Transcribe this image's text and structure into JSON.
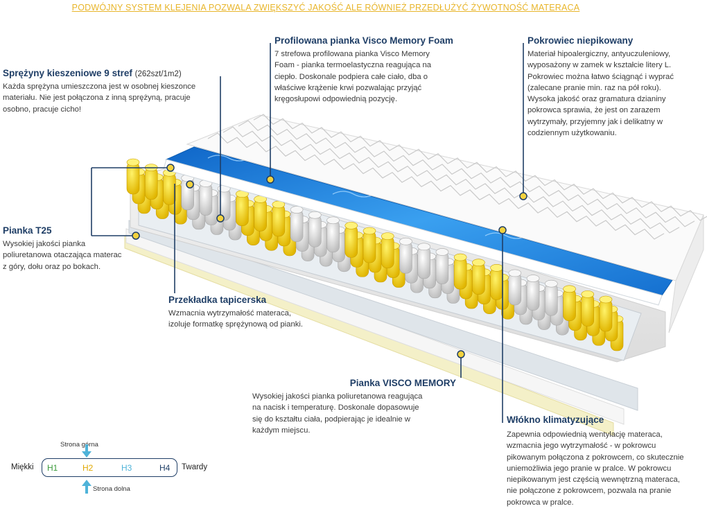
{
  "banner": "PODWÓJNY SYSTEM KLEJENIA POZWALA ZWIĘKSZYĆ JAKOŚĆ ALE RÓWNIEŻ PRZEDŁUŻYĆ ŻYWOTNOŚĆ MATERACA",
  "features": {
    "springs": {
      "title": "Sprężyny kieszeniowe 9 stref",
      "title_sub": "(262szt/1m2)",
      "lines": [
        "Każda sprężyna umieszczona jest w osobnej kieszonce",
        "materiału. Nie jest połączona z inną sprężyną, pracuje",
        "osobno, pracuje cicho!"
      ]
    },
    "visco_top": {
      "title": "Profilowana pianka Visco Memory Foam",
      "lines": [
        "7 strefowa profilowana pianka Visco Memory",
        "Foam - pianka termoelastyczna reagująca na",
        "ciepło.  Doskonale podpiera całe ciało, dba o",
        "właściwe krążenie krwi pozwalając przyjąć",
        "kręgosłupowi odpowiednią pozycję."
      ]
    },
    "cover": {
      "title": "Pokrowiec  niepikowany",
      "lines": [
        "Materiał hipoalergiczny, antyuczuleniowy,",
        "wyposażony w zamek w kształcie litery L.",
        "Pokrowiec można łatwo ściągnąć i wyprać",
        "(zalecane pranie min.  raz na pół roku).",
        "Wysoka jakość oraz gramatura dzianiny",
        "pokrowca sprawia, że jest on zarazem",
        "wytrzymały, przyjemny jak i delikatny w",
        "codziennym użytkowaniu."
      ]
    },
    "foam_t25": {
      "title": "Pianka T25",
      "lines": [
        "Wysokiej jakości pianka",
        "poliuretanowa otaczająca materac",
        "z góry, dołu oraz po bokach."
      ]
    },
    "insert": {
      "title": "Przekładka tapicerska",
      "lines": [
        "Wzmacnia wytrzymałość materaca,",
        "izoluje formatkę sprężynową od pianki."
      ]
    },
    "visco_bottom": {
      "title": "Pianka VISCO MEMORY",
      "lines": [
        "Wysokiej jakości pianka poliuretanowa reagująca",
        "na nacisk i temperaturę. Doskonale dopasowuje",
        "się do kształtu ciała, podpierając je idealnie w",
        "każdym miejscu."
      ]
    },
    "fiber": {
      "title": "Włókno klimatyzujące",
      "lines": [
        "Zapewnia odpowiednią wentylację materaca,",
        "wzmacnia jego wytrzymałość - w pokrowcu",
        "pikowanym połączona z pokrowcem, co skutecznie",
        "uniemożliwia jego pranie w pralce. W pokrowcu",
        "niepikowanym jest częścią wewnętrzną materaca,",
        "nie połączone z pokrowcem, pozwala na pranie",
        "pokrowca w pralce."
      ]
    }
  },
  "hardness": {
    "top_side": "Strona górna",
    "bottom_side": "Strona dolna",
    "soft": "Miękki",
    "hard": "Twardy",
    "levels": [
      "H1",
      "H2",
      "H3",
      "H4"
    ],
    "level_colors": [
      "#3a9a3a",
      "#e0a800",
      "#4fb3d9",
      "#1f3e66"
    ],
    "arrow_color": "#4fb3d9"
  },
  "colors": {
    "title": "#1f3e66",
    "banner": "#e8b52a",
    "leader": "#1f3e66",
    "dot": "#e8c23a",
    "spring_yellow": "#f2cf1a",
    "spring_white": "#e4e4e4",
    "visco": "#1e7fd6"
  }
}
